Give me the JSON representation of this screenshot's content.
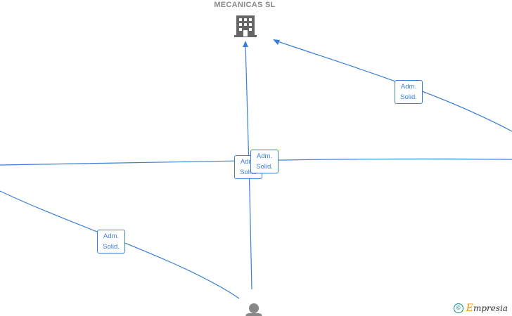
{
  "company": {
    "name": "MECANICAS  SL",
    "icon": "building-icon"
  },
  "relations": [
    {
      "line1": "Adm.",
      "line2": "Solid."
    },
    {
      "line1": "Adm.",
      "line2": "Solid."
    },
    {
      "line1": "Adm.",
      "line2": "Solid."
    },
    {
      "line1": "Adm.",
      "line2": "Solid."
    }
  ],
  "person": {
    "icon": "person-icon"
  },
  "watermark": {
    "symbol": "©",
    "brand_initial": "E",
    "brand_rest": "mpresia"
  },
  "colors": {
    "edge": "#3a7fd5",
    "building": "#666666",
    "person": "#888888",
    "label": "#888888"
  }
}
